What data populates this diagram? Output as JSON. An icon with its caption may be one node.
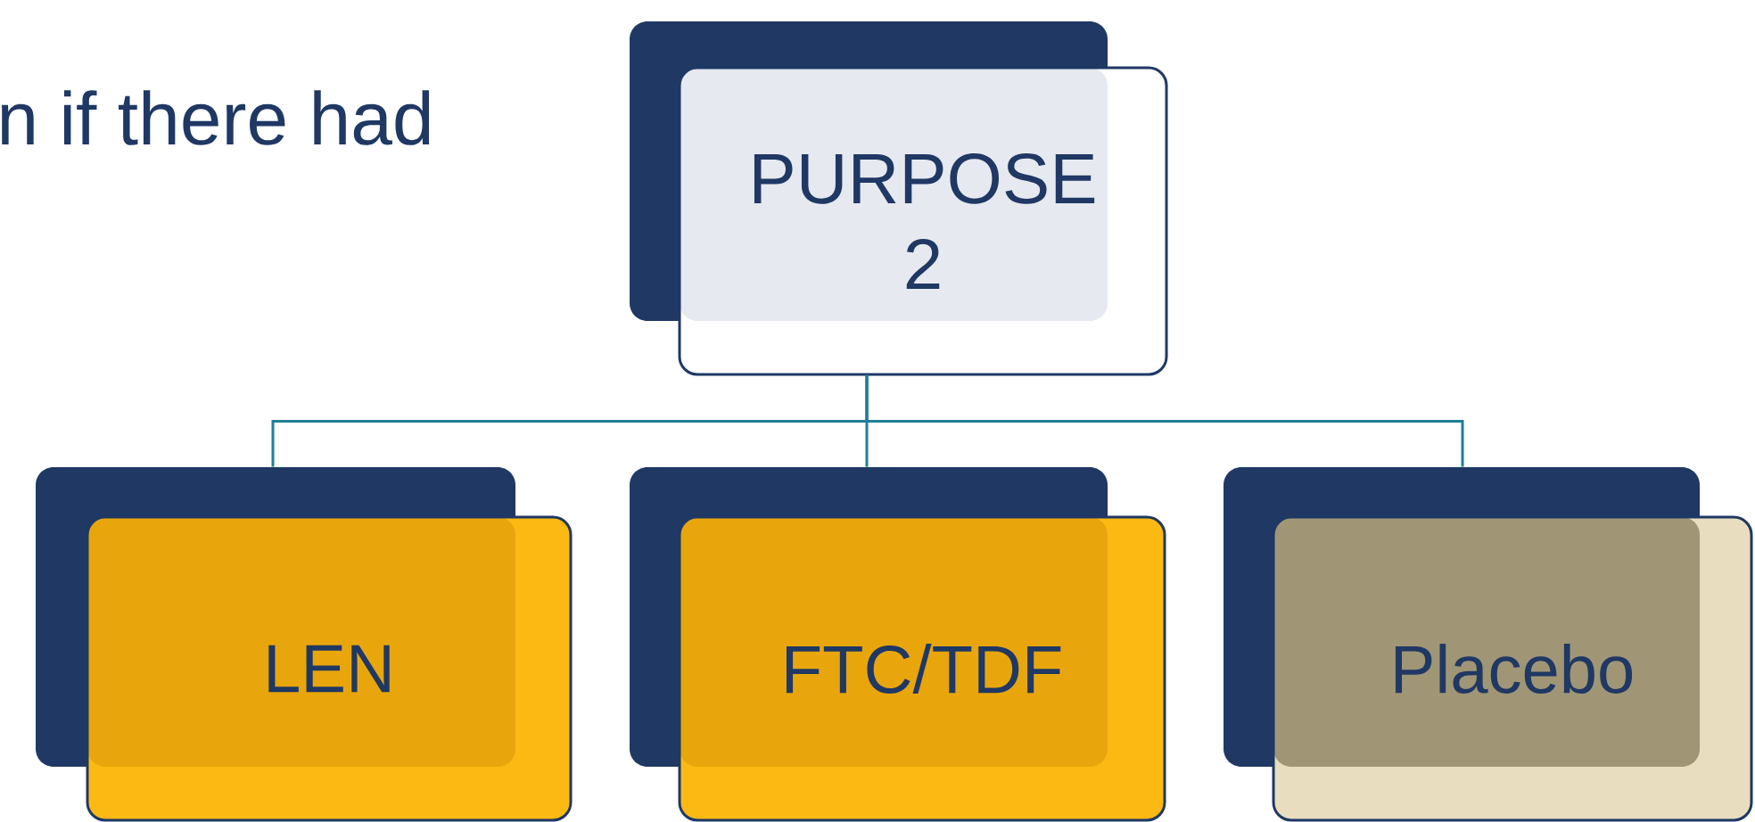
{
  "diagram": {
    "nodes": [
      {
        "text": [
          "PURPOSE 2"
        ]
      },
      {
        "text": [
          "LEN"
        ]
      },
      {
        "text": [
          "FTC/TDF"
        ]
      },
      {
        "text": [
          "Placebo"
        ]
      }
    ],
    "edges": [
      {
        "from": 0,
        "to": 1,
        "arrow": "none"
      },
      {
        "from": 0,
        "to": 2,
        "arrow": "none"
      },
      {
        "from": 0,
        "to": 3,
        "arrow": "none"
      }
    ],
    "labels": [
      "n if there had"
    ]
  }
}
